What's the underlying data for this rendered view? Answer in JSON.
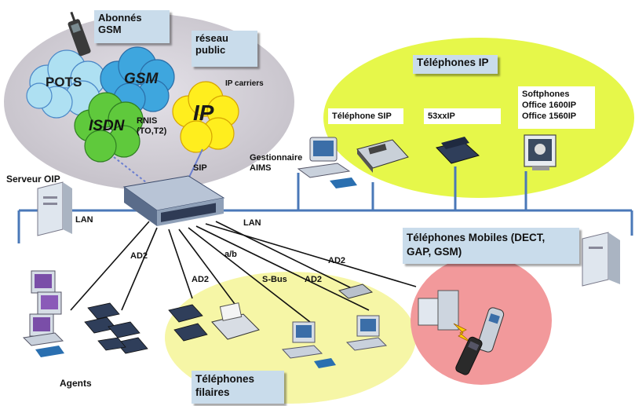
{
  "groups": {
    "public_network": {
      "title_line1": "Abonnés",
      "title_line2": "GSM",
      "sub_line1": "réseau",
      "sub_line2": "public"
    },
    "ip_phones": {
      "title": "Téléphones IP"
    },
    "mobile_phones": {
      "title_line1": "Téléphones Mobiles (DECT,",
      "title_line2": "GAP, GSM)"
    },
    "wired_phones": {
      "title_line1": "Téléphones",
      "title_line2": "filaires"
    }
  },
  "clouds": {
    "pots": "POTS",
    "gsm": "GSM",
    "isdn": "ISDN",
    "ip": "IP"
  },
  "labels": {
    "ip_carriers": "IP carriers",
    "rnis_line1": "RNIS",
    "rnis_line2": "(TO,T2)",
    "sip": "SIP",
    "serveur_oip": "Serveur OIP",
    "lan_left": "LAN",
    "lan_right": "LAN",
    "gestionnaire_line1": "Gestionnaire",
    "gestionnaire_line2": "AIMS",
    "agents": "Agents",
    "ad2_1": "AD2",
    "ad2_2": "AD2",
    "ad2_3": "AD2",
    "ad2_4": "AD2",
    "ab": "a/b",
    "sbus": "S-Bus"
  },
  "ip_devices": {
    "sip_phone": "Téléphone SIP",
    "phone_53xx": "53xxIP",
    "softphones_line1": "Softphones",
    "softphones_line2": "Office 1600IP",
    "softphones_line3": "Office 1560IP"
  }
}
